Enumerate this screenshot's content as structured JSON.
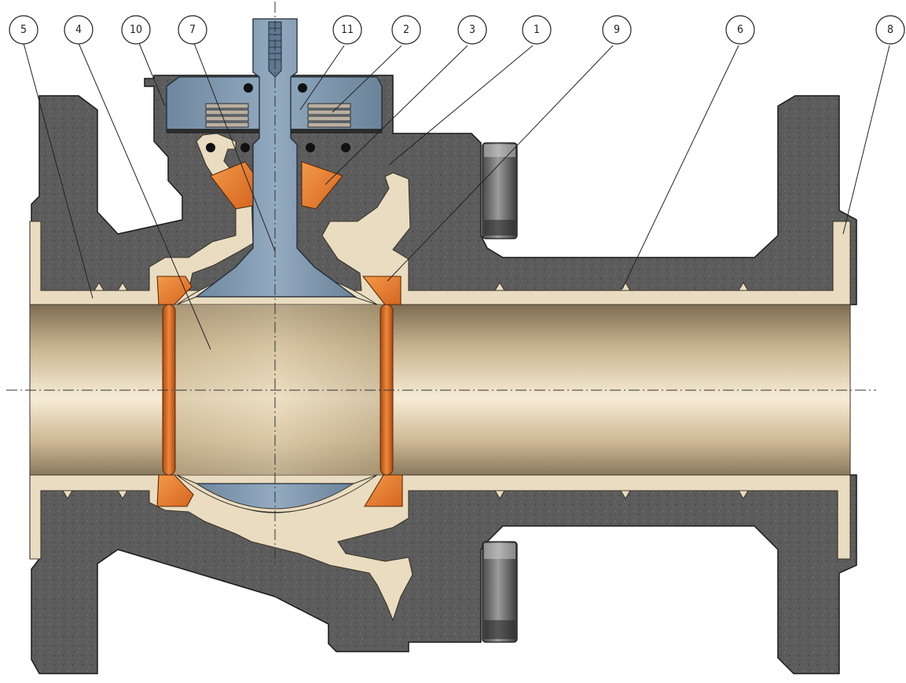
{
  "callouts": [
    {
      "id": "5",
      "label": "5"
    },
    {
      "id": "4",
      "label": "4"
    },
    {
      "id": "10",
      "label": "10"
    },
    {
      "id": "7",
      "label": "7"
    },
    {
      "id": "11",
      "label": "11"
    },
    {
      "id": "2",
      "label": "2"
    },
    {
      "id": "3",
      "label": "3"
    },
    {
      "id": "1",
      "label": "1"
    },
    {
      "id": "9",
      "label": "9"
    },
    {
      "id": "6",
      "label": "6"
    },
    {
      "id": "8",
      "label": "8"
    }
  ],
  "colors": {
    "body": "#5f5f5f",
    "liner": "#e9dcc0",
    "stem": "#7f98b0",
    "seat": "#e87a2e",
    "bore_light": "#f4ead6",
    "bore_dark": "#8a7a5e"
  }
}
